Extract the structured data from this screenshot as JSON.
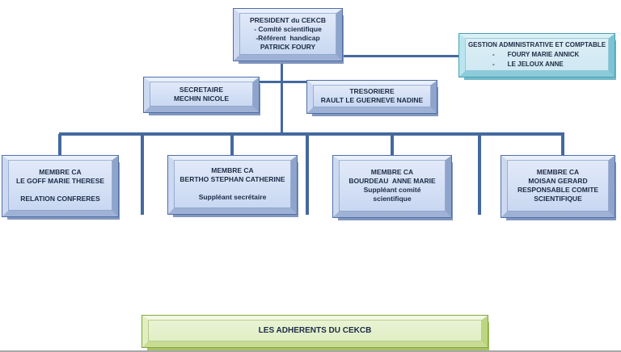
{
  "palette": {
    "connector": "#44699f",
    "text": "#1c2b45",
    "blue_box_edge": "#4f6fa8",
    "blue_box_fill": "#d5e1f5",
    "cyan_box_edge": "#49a0b5",
    "cyan_box_fill": "#d6ecf4",
    "green_box_edge": "#84a445",
    "green_box_fill": "#e5f1cb"
  },
  "nodes": {
    "president": {
      "lines": [
        "PRESIDENT du CEKCB",
        "- Comité scientifique",
        "-Référent  handicap",
        "PATRICK FOURY"
      ]
    },
    "gestion": {
      "title": "GESTION ADMINISTRATIVE ET COMPTABLE",
      "items": [
        {
          "bullet": "-",
          "label": "FOURY MARIE ANNICK"
        },
        {
          "bullet": "-",
          "label": "LE JELOUX ANNE"
        }
      ]
    },
    "secretaire": {
      "lines": [
        "SECRETAIRE",
        "MECHIN NICOLE"
      ]
    },
    "tresoriere": {
      "lines": [
        "TRESORIERE",
        "RAULT LE GUERNEVE NADINE"
      ]
    },
    "membre1": {
      "lines": [
        "MEMBRE CA",
        "LE GOFF MARIE THERESE",
        "",
        "RELATION CONFRERES"
      ]
    },
    "membre2": {
      "lines": [
        "MEMBRE CA",
        "BERTHO STEPHAN CATHERINE",
        "",
        "Suppléant secrétaire"
      ]
    },
    "membre3": {
      "lines": [
        "MEMBRE CA",
        "BOURDEAU  ANNE MARIE",
        "Suppléant comité",
        "scientifique"
      ]
    },
    "membre4": {
      "lines": [
        "MEMBRE CA",
        "MOISAN GERARD",
        "RESPONSABLE COMITE",
        "SCIENTIFIQUE"
      ]
    },
    "adherents": {
      "lines": [
        "LES ADHERENTS DU CEKCB"
      ]
    }
  }
}
